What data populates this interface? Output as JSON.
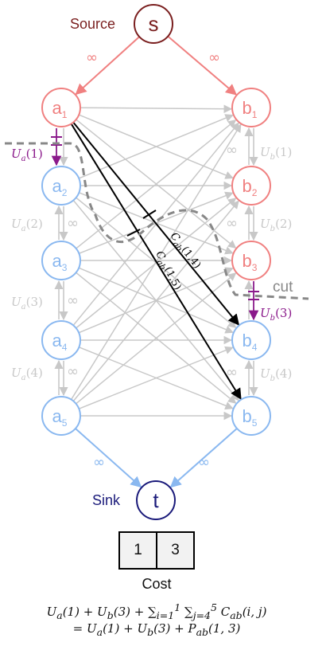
{
  "source": {
    "caption": "Source",
    "letter": "s"
  },
  "sink": {
    "caption": "Sink",
    "letter": "t"
  },
  "left_nodes": [
    "a1",
    "a2",
    "a3",
    "a4",
    "a5"
  ],
  "right_nodes": [
    "b1",
    "b2",
    "b3",
    "b4",
    "b5"
  ],
  "left_display": [
    {
      "base": "a",
      "sub": "1"
    },
    {
      "base": "a",
      "sub": "2"
    },
    {
      "base": "a",
      "sub": "3"
    },
    {
      "base": "a",
      "sub": "4"
    },
    {
      "base": "a",
      "sub": "5"
    }
  ],
  "right_display": [
    {
      "base": "b",
      "sub": "1"
    },
    {
      "base": "b",
      "sub": "2"
    },
    {
      "base": "b",
      "sub": "3"
    },
    {
      "base": "b",
      "sub": "4"
    },
    {
      "base": "b",
      "sub": "5"
    }
  ],
  "source_side_count": 1,
  "right_source_side_count": 3,
  "infinity": "∞",
  "left_unary_labels": [
    "U_a(1)",
    "U_a(2)",
    "U_a(3)",
    "U_a(4)"
  ],
  "right_unary_labels": [
    "U_b(1)",
    "U_b(2)",
    "U_b(3)",
    "U_b(4)"
  ],
  "cut_label": "cut",
  "cut_edges": {
    "left_unary": "U_a(1)",
    "right_unary": "U_b(3)",
    "pairwise": [
      "C_ab(1,4)",
      "C_ab(1,5)"
    ]
  },
  "colors": {
    "source_side": "#f08080",
    "sink_side": "#8ab8f0",
    "source_node": "#7a1f1f",
    "sink_node": "#1a1a7a",
    "cut_edge": "#8b1a8b",
    "faded": "#c8c8c8",
    "cut_line": "#888888"
  },
  "cost": {
    "title": "Cost",
    "cells": [
      "1",
      "3"
    ],
    "formula_line1": "U_a(1) + U_b(3) + Σ_{i=1}^{1} Σ_{j=4}^{5} C_ab(i, j)",
    "formula_line2": "= U_a(1) + U_b(3) + P_ab(1, 3)"
  }
}
